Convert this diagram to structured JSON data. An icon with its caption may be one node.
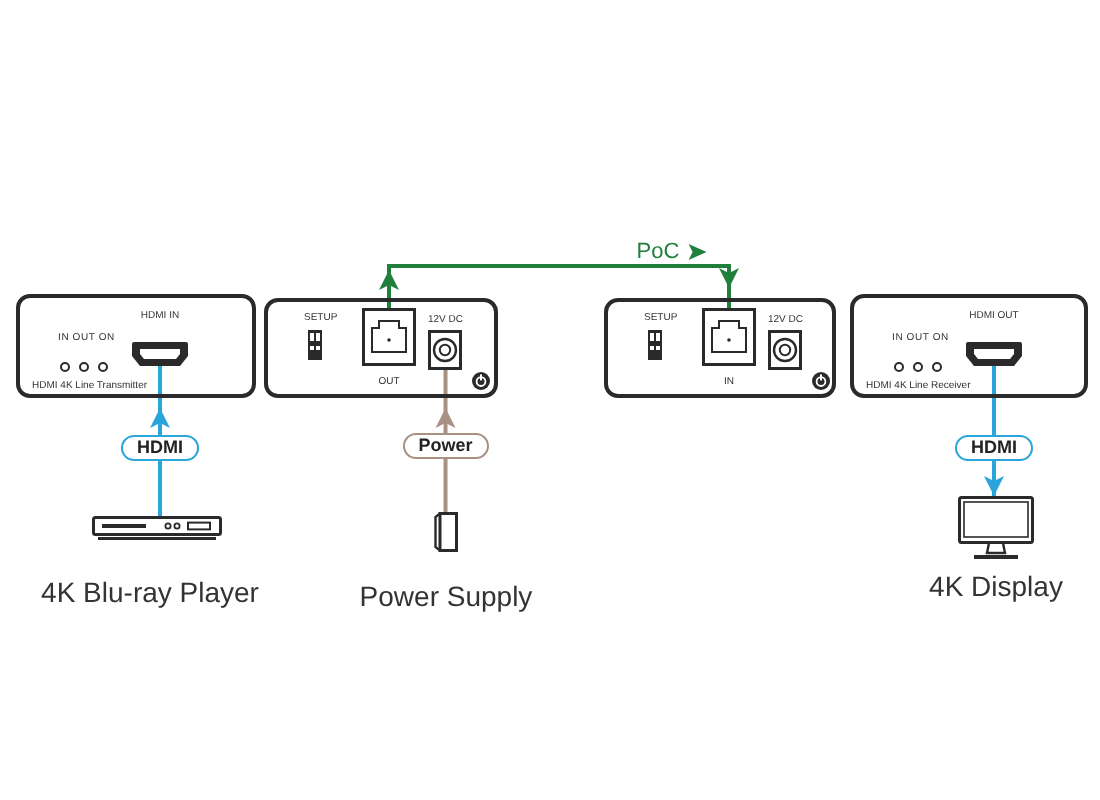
{
  "diagram": {
    "nodes": [
      {
        "text": [
          "IN OUT ON",
          "HDMI 4K Line Transmitter"
        ]
      },
      {
        "text": [
          "HDMI IN"
        ],
        "in": 0
      },
      {
        "text": [
          "SETUP"
        ]
      },
      {
        "text": [
          "OUT"
        ],
        "in": 2
      },
      {
        "text": [
          "12V DC"
        ],
        "in": 2
      },
      {
        "text": [
          "SETUP"
        ]
      },
      {
        "text": [
          "IN"
        ],
        "in": 5
      },
      {
        "text": [
          "12V DC"
        ],
        "in": 5
      },
      {
        "text": [
          "IN OUT ON",
          "HDMI 4K Line Receiver"
        ]
      },
      {
        "text": [
          "HDMI OUT"
        ],
        "in": 8
      },
      {
        "text": [
          "4K Blu-ray Player"
        ]
      },
      {
        "text": [
          "Power Supply"
        ]
      },
      {
        "text": [
          "4K Display"
        ]
      }
    ],
    "edges": [
      {
        "from": 10,
        "to": 1,
        "arrow": "to",
        "label": "HDMI"
      },
      {
        "from": 11,
        "to": 4,
        "arrow": "to",
        "label": "Power",
        "color": "#a89083"
      },
      {
        "from": 3,
        "to": 6,
        "arrow": "to",
        "label": "PoC",
        "color": "#1f7f3b"
      },
      {
        "from": 9,
        "to": 12,
        "arrow": "to",
        "label": "HDMI"
      }
    ]
  }
}
